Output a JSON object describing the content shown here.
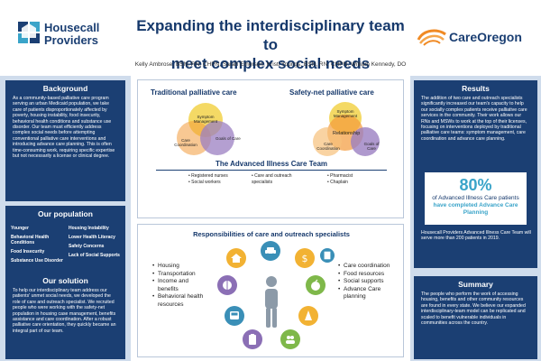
{
  "header": {
    "left_logo_line1": "Housecall",
    "left_logo_line2": "Providers",
    "title_line1": "Expanding the interdisciplinary team to",
    "title_line2": "meet complex social needs",
    "right_logo": "CareOregon",
    "authors": "Kelly Ambrose, BSN, RN, CHPN, Sarah Emerson, Kristi Youngs, BSN, RN, CHPN, William Kennedy, DO"
  },
  "background": {
    "title": "Background",
    "text": "As a community-based palliative care program serving an urban Medicaid population, we take care of patients disproportionately affected by poverty, housing instability, food insecurity, behavioral health conditions and substance use disorder. Our team must efficiently address complex social needs before attempting conventional palliative care interventions and introducing advance care planning. This is often time-consuming work, requiring specific expertise but not necessarily a license or clinical degree."
  },
  "population": {
    "title": "Our population",
    "items_left": [
      "Younger",
      "Behavioral Health Conditions",
      "Food Insecurity",
      "Substance Use Disorder"
    ],
    "items_right": [
      "Housing Instability",
      "Lower Health Literacy",
      "Safety Concerns",
      "Lack of Social Supports"
    ]
  },
  "solution": {
    "title": "Our solution",
    "text": "To help our interdisciplinary team address our patients' unmet social needs, we developed the role of care and outreach specialist. We recruited people who were working with the safety-net population in housing case management, benefits assistance and care coordination. After a robust palliative care orientation, they quickly became an integral part of our team."
  },
  "models": {
    "traditional_title": "Traditional palliative care",
    "safety_net_title": "Safety-net palliative care",
    "traditional_labels": [
      "Symptom Management",
      "Care Coordination",
      "Goals of Care"
    ],
    "safety_net_labels": [
      "Symptom Management",
      "Relationship",
      "Care Coordination",
      "Goals of Care"
    ]
  },
  "team": {
    "title": "The Advanced Illness Care Team",
    "col1": [
      "Registered nurses",
      "Social workers"
    ],
    "col2": [
      "Care and outreach specialists"
    ],
    "col3": [
      "Pharmacist",
      "Chaplain"
    ]
  },
  "responsibilities": {
    "title": "Responsibilities of care and outreach specialists",
    "left_items": [
      "Housing",
      "Transportation",
      "Income and benefits",
      "Behavioral health resources"
    ],
    "right_items": [
      "Care coordination",
      "Food resources",
      "Social supports",
      "Advance Care planning"
    ],
    "icons": [
      "house-icon",
      "car-icon",
      "dollar-icon",
      "brain-icon",
      "bus-icon",
      "clipboard-icon",
      "fruit-icon",
      "cone-icon",
      "people-icon",
      "document-icon"
    ]
  },
  "results": {
    "title": "Results",
    "text": "The addition of two care and  outreach specialists significantly increased our team's capacity to help our socially complex patients receive palliative care services in the community. Their work allows our RNs and MSWs to work at the top of their licenses, focusing on interventions deployed by traditional palliative care teams: symptom management, care coordination and advance care planning.",
    "stat_value": "80%",
    "stat_text_1": "of Advanced Illness Care patients ",
    "stat_text_2": "have completed Advance Care Planning",
    "footer": "Housecall Providers Advanced Illness Care Team will serve more than 200 patients in 2019."
  },
  "summary": {
    "title": "Summary",
    "text": "The people who perform the work of accessing housing, benefits and other community resources are found in every state. We believe our expanded interdisciplinary-team model can be replicated and scaled to benefit vulnerable individuals in communities across the country."
  },
  "colors": {
    "navy": "#1b3f73",
    "light_blue": "#cfdcec",
    "accent_teal": "#3aa4c9",
    "venn_yellow": "#f2d24a",
    "venn_purple": "#9b7fc2",
    "venn_orange": "#f39a3a"
  }
}
